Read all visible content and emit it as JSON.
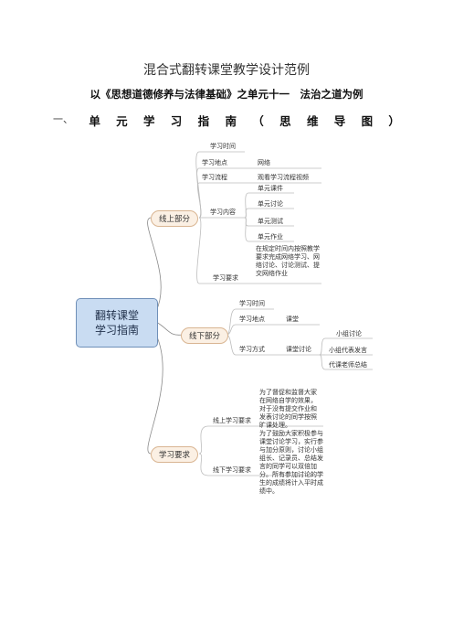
{
  "doc": {
    "title": "混合式翻转课堂教学设计范例",
    "subtitle": "以《思想道德修养与法律基础》之单元十一　法治之道为例",
    "heading_lead": "一、",
    "heading_chars": [
      "单",
      "元",
      "学",
      "习",
      "指",
      "南",
      "（",
      "思",
      "维",
      "导",
      "图",
      "）"
    ]
  },
  "mindmap": {
    "center": [
      "翻转课堂",
      "学习指南"
    ],
    "online": {
      "label": "线上部分",
      "time": "学习时间",
      "place": "学习地点",
      "place_val": "网络",
      "process": "学习流程",
      "process_val": "观看学习流程视频",
      "content": "学习内容",
      "content_items": [
        "单元课件",
        "单元讨论",
        "单元测试",
        "单元作业"
      ],
      "req": "学习要求",
      "req_val": "在规定时间内按照教学要求完成网络学习、网络讨论、讨论测试、提交网络作业"
    },
    "offline": {
      "label": "线下部分",
      "time": "学习时间",
      "place": "学习地点",
      "place_val": "课堂",
      "method": "学习方式",
      "method_val": "课堂讨论",
      "method_items": [
        "小组讨论",
        "小组代表发言",
        "代课老师总结"
      ]
    },
    "requirements": {
      "label": "学习要求",
      "online_req": "线上学习要求",
      "online_req_val": "为了督促和监督大家在网络自学的效果，对于没有提交作业和发表讨论的同学按照旷课处理。",
      "offline_req": "线下学习要求",
      "offline_req_val": "为了鼓励大家积极参与课堂讨论学习，实行参与加分原则，讨论小组组长、记录员、总结发言的同学可以双倍加分。所有参加讨论的学生的成绩将计入平时成绩中。"
    }
  }
}
